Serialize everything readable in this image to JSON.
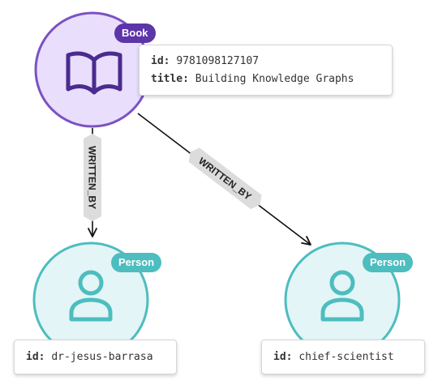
{
  "nodes": {
    "book": {
      "label": "Book",
      "properties": [
        {
          "key": "id:",
          "value": "9781098127107"
        },
        {
          "key": "title:",
          "value": "Building Knowledge Graphs"
        }
      ]
    },
    "person1": {
      "label": "Person",
      "properties": [
        {
          "key": "id:",
          "value": "dr-jesus-barrasa"
        }
      ]
    },
    "person2": {
      "label": "Person",
      "properties": [
        {
          "key": "id:",
          "value": "chief-scientist"
        }
      ]
    }
  },
  "edges": [
    {
      "label": "WRITTEN_BY"
    },
    {
      "label": "WRITTEN_BY"
    }
  ],
  "colors": {
    "book_fill": "#e9defb",
    "book_stroke": "#7b52c3",
    "book_icon": "#4a2b8f",
    "book_badge": "#5c35a8",
    "person_fill": "#e3f5f6",
    "person_stroke": "#4dbdbf",
    "person_icon": "#4dbdbf",
    "edge": "#111111",
    "edge_label_bg": "#dcdcdc"
  },
  "icons": {
    "book": "open-book-icon",
    "person": "person-icon"
  }
}
